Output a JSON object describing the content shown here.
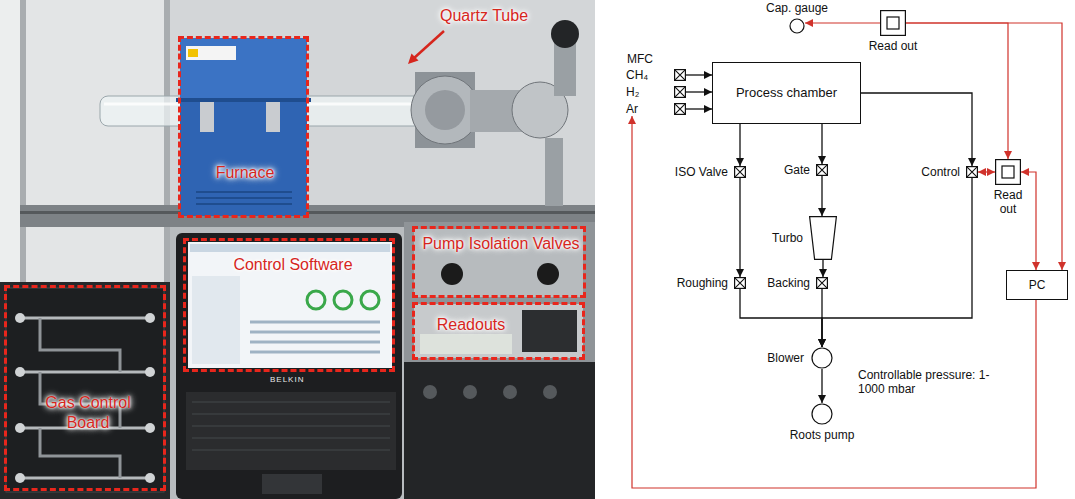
{
  "diagram": {
    "nodes": [
      {
        "text": [
          "Furnace"
        ]
      },
      {
        "text": [
          "Control Software"
        ]
      },
      {
        "text": [
          "Pump Isolation Valves"
        ]
      },
      {
        "text": [
          "Readouts"
        ]
      },
      {
        "text": [
          "Gas Control Board"
        ]
      },
      {
        "text": [
          "Cap. gauge"
        ]
      },
      {
        "text": [
          "Read out"
        ]
      },
      {
        "text": [
          "CH₄"
        ]
      },
      {
        "text": [
          "H₂"
        ]
      },
      {
        "text": [
          "Ar"
        ]
      },
      {
        "text": [
          "Process chamber"
        ]
      },
      {
        "text": [
          "ISO Valve"
        ]
      },
      {
        "text": [
          "Gate"
        ]
      },
      {
        "text": [
          "Control"
        ]
      },
      {
        "text": [
          "Read out"
        ]
      },
      {
        "text": [
          "Turbo"
        ]
      },
      {
        "text": [
          "PC"
        ]
      },
      {
        "text": [
          "Roughing"
        ]
      },
      {
        "text": [
          "Backing"
        ]
      },
      {
        "text": [
          "Blower"
        ]
      },
      {
        "text": [
          "Roots pump"
        ]
      }
    ],
    "edges": [
      {
        "from": 7,
        "to": 10,
        "arrow": "to"
      },
      {
        "from": 8,
        "to": 10,
        "arrow": "to"
      },
      {
        "from": 9,
        "to": 10,
        "arrow": "to"
      },
      {
        "from": 10,
        "to": 11,
        "arrow": "to"
      },
      {
        "from": 11,
        "to": 17,
        "arrow": "to"
      },
      {
        "from": 10,
        "to": 12,
        "arrow": "to"
      },
      {
        "from": 12,
        "to": 15,
        "arrow": "to"
      },
      {
        "from": 15,
        "to": 18,
        "arrow": "to"
      },
      {
        "from": 10,
        "to": 13,
        "arrow": "to"
      },
      {
        "from": 17,
        "to": 19,
        "arrow": "to"
      },
      {
        "from": 18,
        "to": 19,
        "arrow": "to"
      },
      {
        "from": 13,
        "to": 19,
        "arrow": "to"
      },
      {
        "from": 19,
        "to": 20,
        "arrow": "to"
      },
      {
        "from": 6,
        "to": 5,
        "arrow": "to"
      },
      {
        "from": 6,
        "to": 16,
        "arrow": "to"
      },
      {
        "from": 6,
        "to": 14,
        "arrow": "to"
      },
      {
        "from": 14,
        "to": 13,
        "arrow": "both"
      },
      {
        "from": 14,
        "to": 16,
        "arrow": "both"
      },
      {
        "from": 16,
        "to": 9,
        "arrow": "to"
      }
    ],
    "labels": [
      "Quartz Tube",
      "MFC",
      "Controllable pressure: 1-1000 mbar",
      "BELKIN"
    ]
  }
}
